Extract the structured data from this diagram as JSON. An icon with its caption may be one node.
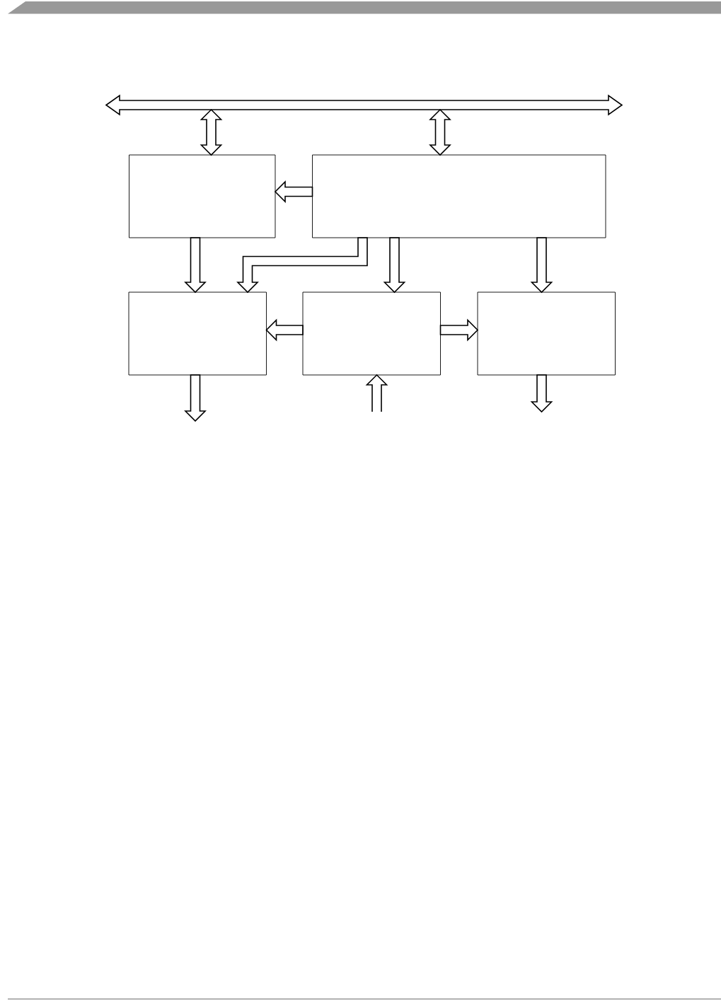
{
  "diagram": {
    "nodes": [
      {
        "text": [],
        "shape": "arrow"
      },
      {
        "text": [],
        "shape": "box"
      },
      {
        "text": [],
        "shape": "box"
      },
      {
        "text": [],
        "shape": "box"
      },
      {
        "text": [],
        "shape": "box"
      },
      {
        "text": [],
        "shape": "box"
      }
    ],
    "edges": [
      {
        "from": 0,
        "to": 1,
        "arrow": "both"
      },
      {
        "from": 0,
        "to": 2,
        "arrow": "both"
      },
      {
        "from": 2,
        "to": 1,
        "arrow": "to"
      },
      {
        "from": 1,
        "to": 3,
        "arrow": "to"
      },
      {
        "from": 2,
        "to": 3,
        "arrow": "to"
      },
      {
        "from": 2,
        "to": 4,
        "arrow": "to"
      },
      {
        "from": 2,
        "to": 5,
        "arrow": "to"
      },
      {
        "from": 4,
        "to": 3,
        "arrow": "to"
      },
      {
        "from": 4,
        "to": 5,
        "arrow": "to"
      },
      {
        "from": 3,
        "to": null,
        "arrow": "to"
      },
      {
        "from": null,
        "to": 4,
        "arrow": "to"
      },
      {
        "from": 5,
        "to": null,
        "arrow": "to"
      }
    ]
  }
}
